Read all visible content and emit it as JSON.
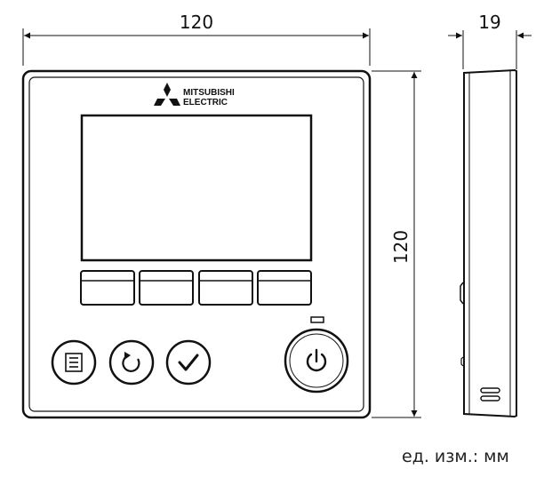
{
  "dimensions": {
    "front_width": "120",
    "front_height": "120",
    "side_depth": "19"
  },
  "logo": {
    "line1": "MITSUBISHI",
    "line2": "ELECTRIC",
    "icon": "three-diamonds-logo-icon"
  },
  "buttons": {
    "function_keys": 4,
    "icons": [
      "menu-icon",
      "return-icon",
      "confirm-check-icon",
      "power-icon"
    ]
  },
  "units_note": "ед. изм.: мм"
}
